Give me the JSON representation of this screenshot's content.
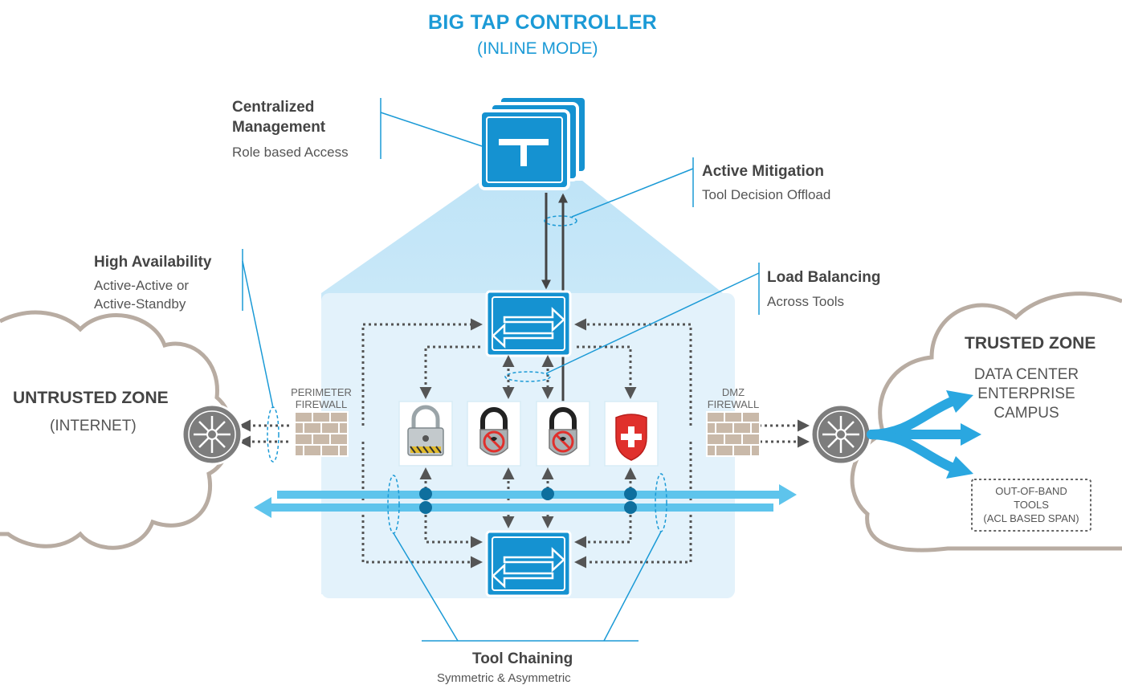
{
  "header": {
    "title": "BIG TAP CONTROLLER",
    "subtitle": "(INLINE MODE)"
  },
  "callouts": {
    "centralized": {
      "title_line1": "Centralized",
      "title_line2": "Management",
      "sub": "Role based Access"
    },
    "mitigation": {
      "title": "Active Mitigation",
      "sub": "Tool Decision Offload"
    },
    "high_availability": {
      "title": "High Availability",
      "sub_line1": "Active-Active or",
      "sub_line2": "Active-Standby"
    },
    "load_balancing": {
      "title": "Load Balancing",
      "sub": "Across Tools"
    },
    "tool_chaining": {
      "title": "Tool Chaining",
      "sub": "Symmetric & Asymmetric"
    }
  },
  "zones": {
    "untrusted": {
      "title": "UNTRUSTED ZONE",
      "sub": "(INTERNET)"
    },
    "trusted": {
      "title": "TRUSTED ZONE",
      "line1": "DATA CENTER",
      "line2": "ENTERPRISE",
      "line3": "CAMPUS"
    }
  },
  "firewalls": {
    "perimeter": {
      "line1": "PERIMETER",
      "line2": "FIREWALL"
    },
    "dmz": {
      "line1": "DMZ",
      "line2": "FIREWALL"
    }
  },
  "oob_tools": {
    "line1": "OUT-OF-BAND",
    "line2": "TOOLS",
    "line3": "(ACL BASED SPAN)"
  },
  "colors": {
    "accent": "#1b9ad6",
    "switch_fill": "#1592d1",
    "panel": "#e3f2fb",
    "cloud_stroke": "#b8aca2",
    "router": "#7d7d7d",
    "link_gray": "#555555",
    "band_blue": "#5ec4ec"
  },
  "icons": [
    "controller-icon",
    "switch-icon",
    "router-icon",
    "firewall-brick-icon",
    "padlock-icon",
    "blocked-lock-icon",
    "medical-shield-icon"
  ]
}
